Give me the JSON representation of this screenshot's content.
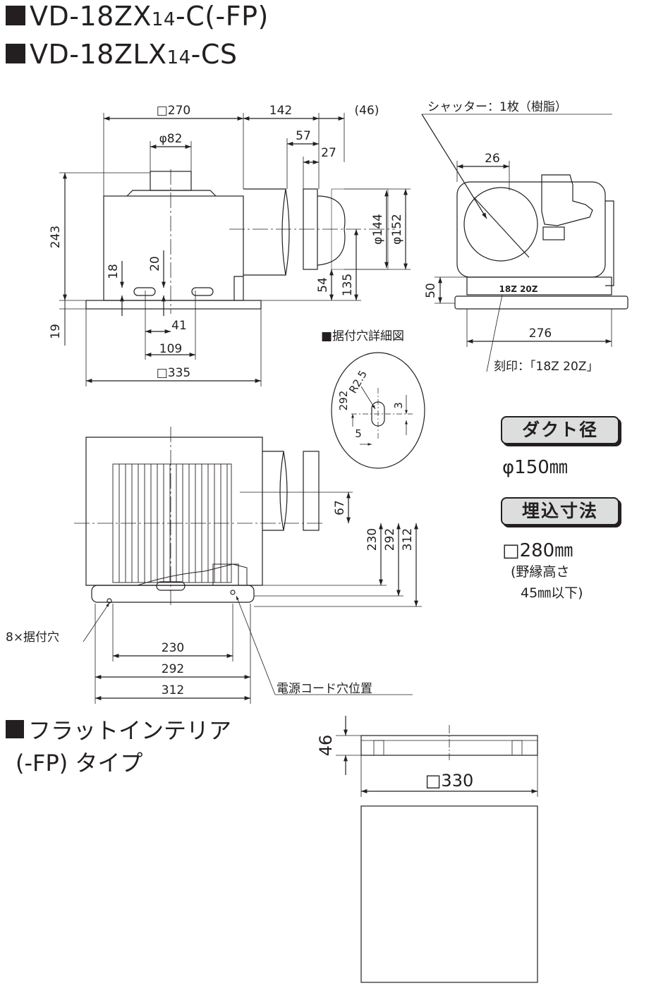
{
  "titles": {
    "line1_main": "VD-18ZX",
    "line1_sub": "14",
    "line1_tail": "-C(-FP)",
    "line2_main": "VD-18ZLX",
    "line2_sub": "14",
    "line2_tail": "-CS"
  },
  "front_view": {
    "dim_width_top": "□270",
    "dim_duct_offset": "142",
    "dim_duct_extra": "(46)",
    "dim_collar_dia": "φ82",
    "dim_57": "57",
    "dim_27": "27",
    "dim_height": "243",
    "dim_d144": "φ144",
    "dim_d152": "φ152",
    "dim_18": "18",
    "dim_20": "20",
    "dim_54": "54",
    "dim_135": "135",
    "dim_19": "19",
    "dim_41": "41",
    "dim_109": "109",
    "dim_flange": "□335"
  },
  "side_view": {
    "shutter_label": "シャッター：1枚（樹脂）",
    "dim_26": "26",
    "dim_50": "50",
    "stamp_text": "18Z 20Z",
    "dim_276": "276",
    "stamp_label": "刻印：「18Z 20Z」"
  },
  "hole_detail": {
    "heading": "■据付穴詳細図",
    "radius": "R2.5",
    "dim_292": "292",
    "dim_3": "3",
    "dim_5": "5"
  },
  "bottom_view": {
    "dim_67": "67",
    "dim_230v": "230",
    "dim_292v": "292",
    "dim_312v": "312",
    "mount_holes_label": "8×据付穴",
    "dim_230": "230",
    "dim_292": "292",
    "dim_312": "312",
    "cord_hole_label": "電源コード穴位置"
  },
  "specs": {
    "duct_badge": "ダクト径",
    "duct_value": "φ150㎜",
    "embed_badge": "埋込寸法",
    "embed_value": "□280㎜",
    "embed_note_1": "(野縁高さ",
    "embed_note_2": "45㎜以下)"
  },
  "flat_interior": {
    "heading_1": "フラットインテリア",
    "heading_2": "(-FP) タイプ",
    "dim_46": "46",
    "dim_330": "□330"
  }
}
